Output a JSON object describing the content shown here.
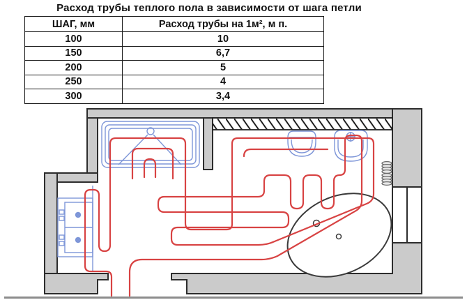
{
  "title": "Расход трубы теплого пола в зависимости от шага петли",
  "table": {
    "col1": "ШАГ, мм",
    "col2": "Расход трубы на 1м², м п.",
    "rows": [
      [
        "100",
        "10"
      ],
      [
        "150",
        "6,7"
      ],
      [
        "200",
        "5"
      ],
      [
        "250",
        "4"
      ],
      [
        "300",
        "3,4"
      ]
    ]
  },
  "plan": {
    "fixtures": [
      "walls",
      "door-opening",
      "hatched-niche",
      "shower-tray",
      "toilet",
      "bidet",
      "washing-machine",
      "bathtub",
      "towel-radiator",
      "heating-pipe-loop"
    ],
    "colors": {
      "pipe_red": "#d84343",
      "fixture_blue": "#7e96d8",
      "wall_gray": "#cbcbcb",
      "wall_outline": "#2d2d2d",
      "tub_outline": "#3a3a3a",
      "baseline_gray": "#8c8c8c"
    }
  }
}
